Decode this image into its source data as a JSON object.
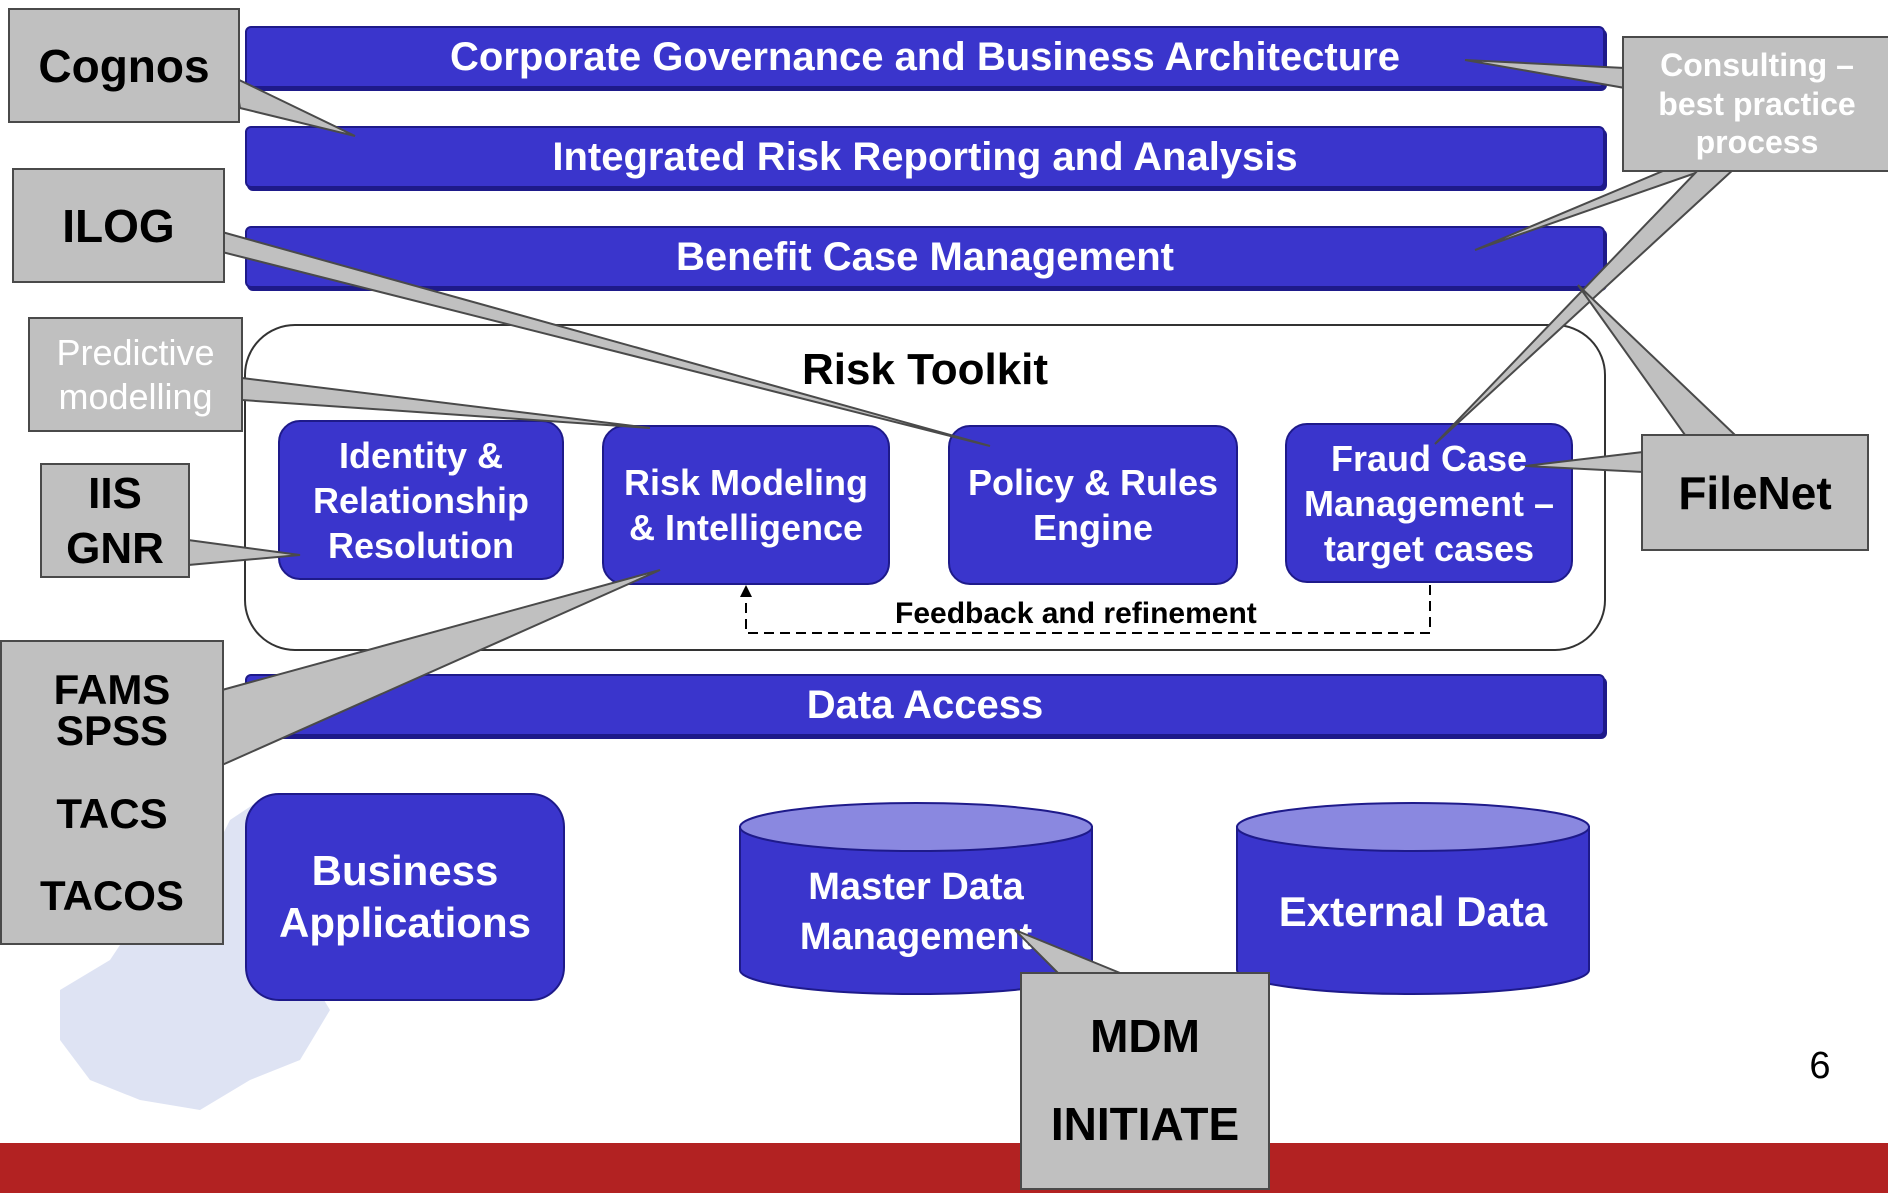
{
  "bars": {
    "governance": "Corporate Governance and Business Architecture",
    "reporting": "Integrated Risk Reporting and Analysis",
    "benefit": "Benefit Case Management",
    "data_access": "Data Access"
  },
  "toolkit": {
    "title": "Risk Toolkit",
    "identity": "Identity &\nRelationship\nResolution",
    "risk_modeling": "Risk Modeling\n& Intelligence",
    "policy_rules": "Policy & Rules\nEngine",
    "fraud_case": "Fraud Case\nManagement –\ntarget cases",
    "feedback": "Feedback and refinement"
  },
  "storage": {
    "business_apps": "Business\nApplications",
    "master_data": "Master Data\nManagement",
    "external_data": "External Data"
  },
  "callouts": {
    "cognos": "Cognos",
    "ilog": "ILOG",
    "predictive": "Predictive\nmodelling",
    "iis_gnr": "IIS\nGNR",
    "fams": "FAMS\nSPSS\n\nTACS\n\nTACOS",
    "consulting": "Consulting –\nbest practice\nprocess",
    "filenet": "FileNet",
    "mdm": "MDM\n\nINITIATE"
  },
  "page_number": "6",
  "colors": {
    "component_blue": "#3a35cc",
    "cylinder_top": "#8a88e0",
    "callout_gray": "#c0c0c0",
    "footer_red": "#b22222"
  }
}
